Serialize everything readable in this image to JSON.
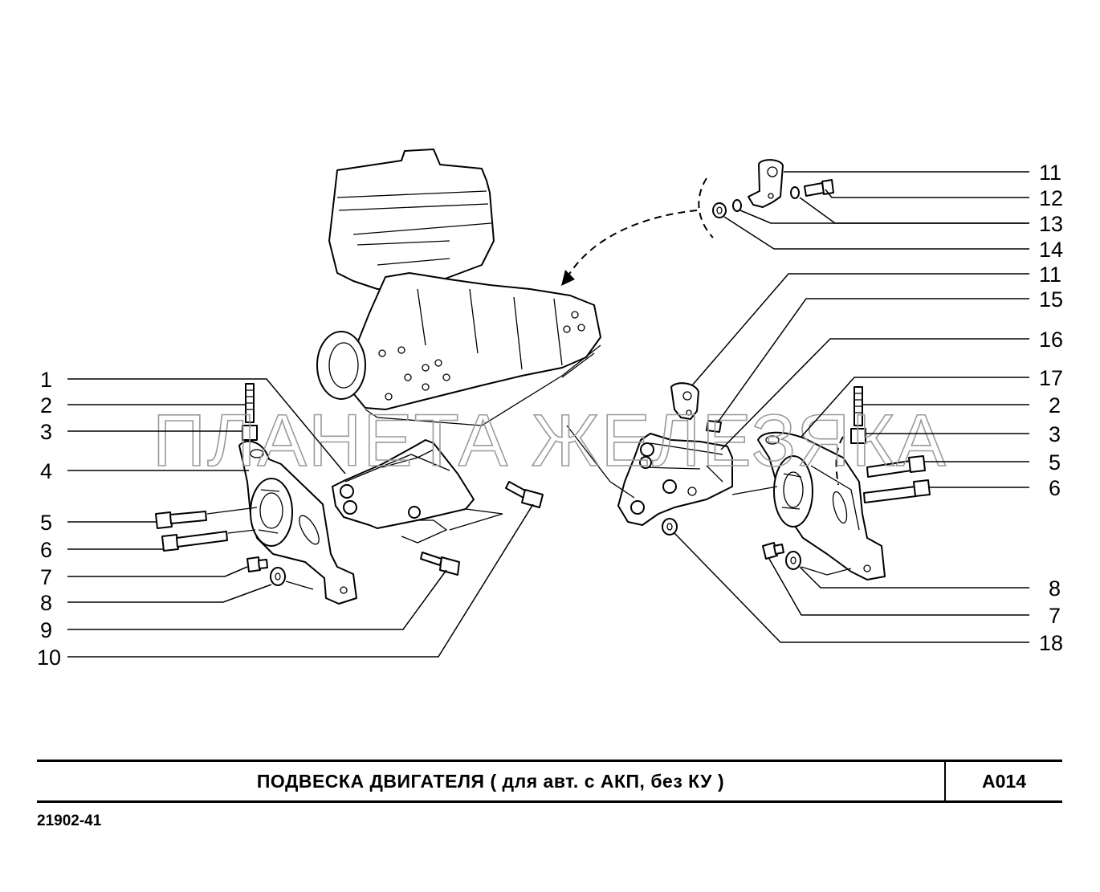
{
  "title": "ПОДВЕСКА   ДВИГАТЕЛЯ  ( для авт. с АКП, без КУ )",
  "plate_code": "A014",
  "model_code": "21902-41",
  "watermark": "ПЛАНЕТА ЖЕЛЕЗЯКА",
  "callouts_left": [
    "1",
    "2",
    "3",
    "4",
    "5",
    "6",
    "7",
    "8",
    "9",
    "10"
  ],
  "callouts_right": [
    "11",
    "12",
    "13",
    "14",
    "11",
    "15",
    "16",
    "17",
    "2",
    "3",
    "5",
    "6",
    "8",
    "7",
    "18"
  ]
}
